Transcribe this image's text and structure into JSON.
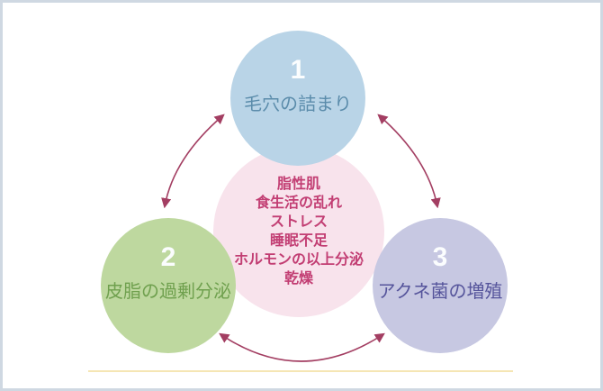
{
  "diagram": {
    "type": "cycle-diagram",
    "nodes": [
      {
        "number": "1",
        "label": "毛穴の詰まり",
        "bg_color": "#b9d4e7",
        "label_color": "#5b8cab"
      },
      {
        "number": "2",
        "label": "皮脂の過剰分泌",
        "bg_color": "#bed89f",
        "label_color": "#6fa04e"
      },
      {
        "number": "3",
        "label": "アクネ菌の増殖",
        "bg_color": "#c7c8e2",
        "label_color": "#55549b"
      }
    ],
    "center": {
      "bg_color": "#f8e3ec",
      "text_color": "#c23e73",
      "items": [
        "脂性肌",
        "食生活の乱れ",
        "ストレス",
        "睡眠不足",
        "ホルモンの以上分泌",
        "乾燥"
      ]
    },
    "number_color": "#fbfdfe",
    "arrow_color": "#a33e62",
    "frame_border_color": "#cfd8e2",
    "baseline_color": "#f5e6b4"
  }
}
